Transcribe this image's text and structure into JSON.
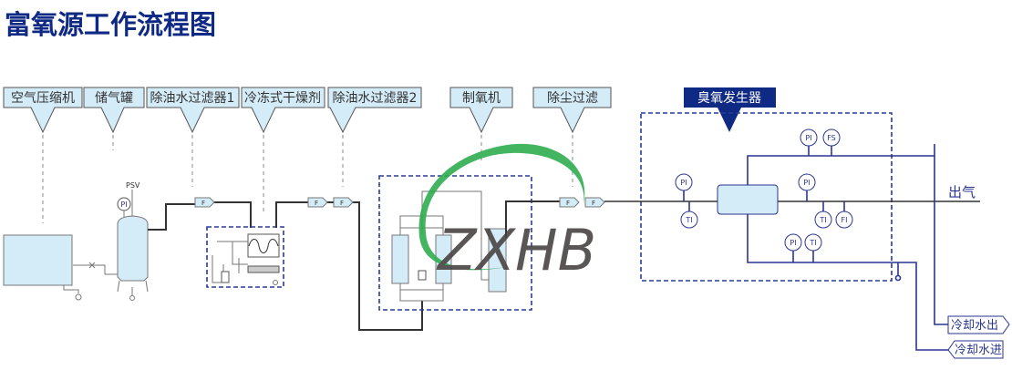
{
  "title": "富氧源工作流程图",
  "labels": {
    "compressor": "空气压缩机",
    "tank": "储气罐",
    "filter1": "除油水过滤器1",
    "dryer": "冷冻式干燥剂",
    "filter2": "除油水过滤器2",
    "oxygen": "制氧机",
    "dust": "除尘过滤",
    "ozone": "臭氧发生器"
  },
  "psv": "PSV",
  "filter_tag": "F",
  "instruments": {
    "pi": "PI",
    "ti": "TI",
    "fi": "FI",
    "fs": "FS"
  },
  "outlet": "出气",
  "cooling_out": "冷却水出",
  "cooling_in": "冷却水进",
  "logo": "ZXHB",
  "colors": {
    "title": "#0f2a84",
    "equipment": "#d4ebf8",
    "blue_line": "#2a3590",
    "logo_green": "#2fae4f"
  }
}
